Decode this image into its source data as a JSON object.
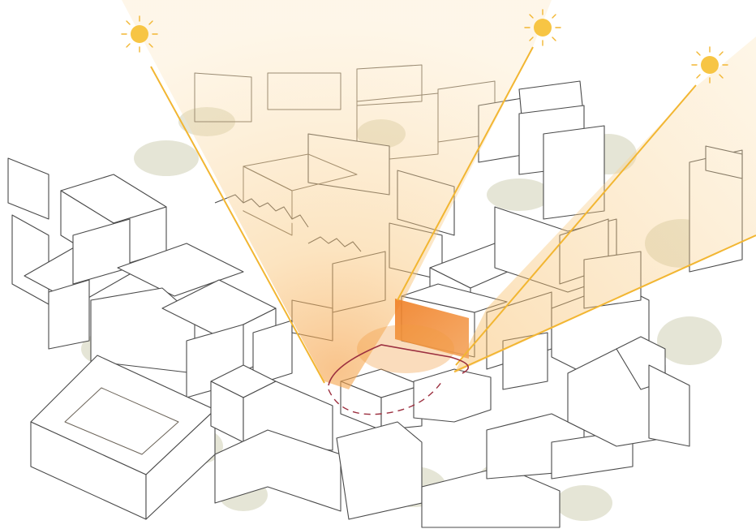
{
  "colors": {
    "background": "#ffffff",
    "sun": "#f7c544",
    "sun_ray": "#f2b632",
    "light_cone": "#f9d48a",
    "highlight": "#f08a2c",
    "outline": "#4a4a4a",
    "trees": "#dcdcc8",
    "site_outline": "#9c3040"
  },
  "suns": [
    {
      "name": "sun-left"
    },
    {
      "name": "sun-middle"
    },
    {
      "name": "sun-right"
    }
  ],
  "icons": [
    "sun-icon",
    "tree-canopy",
    "site-boundary",
    "highlighted-building"
  ]
}
